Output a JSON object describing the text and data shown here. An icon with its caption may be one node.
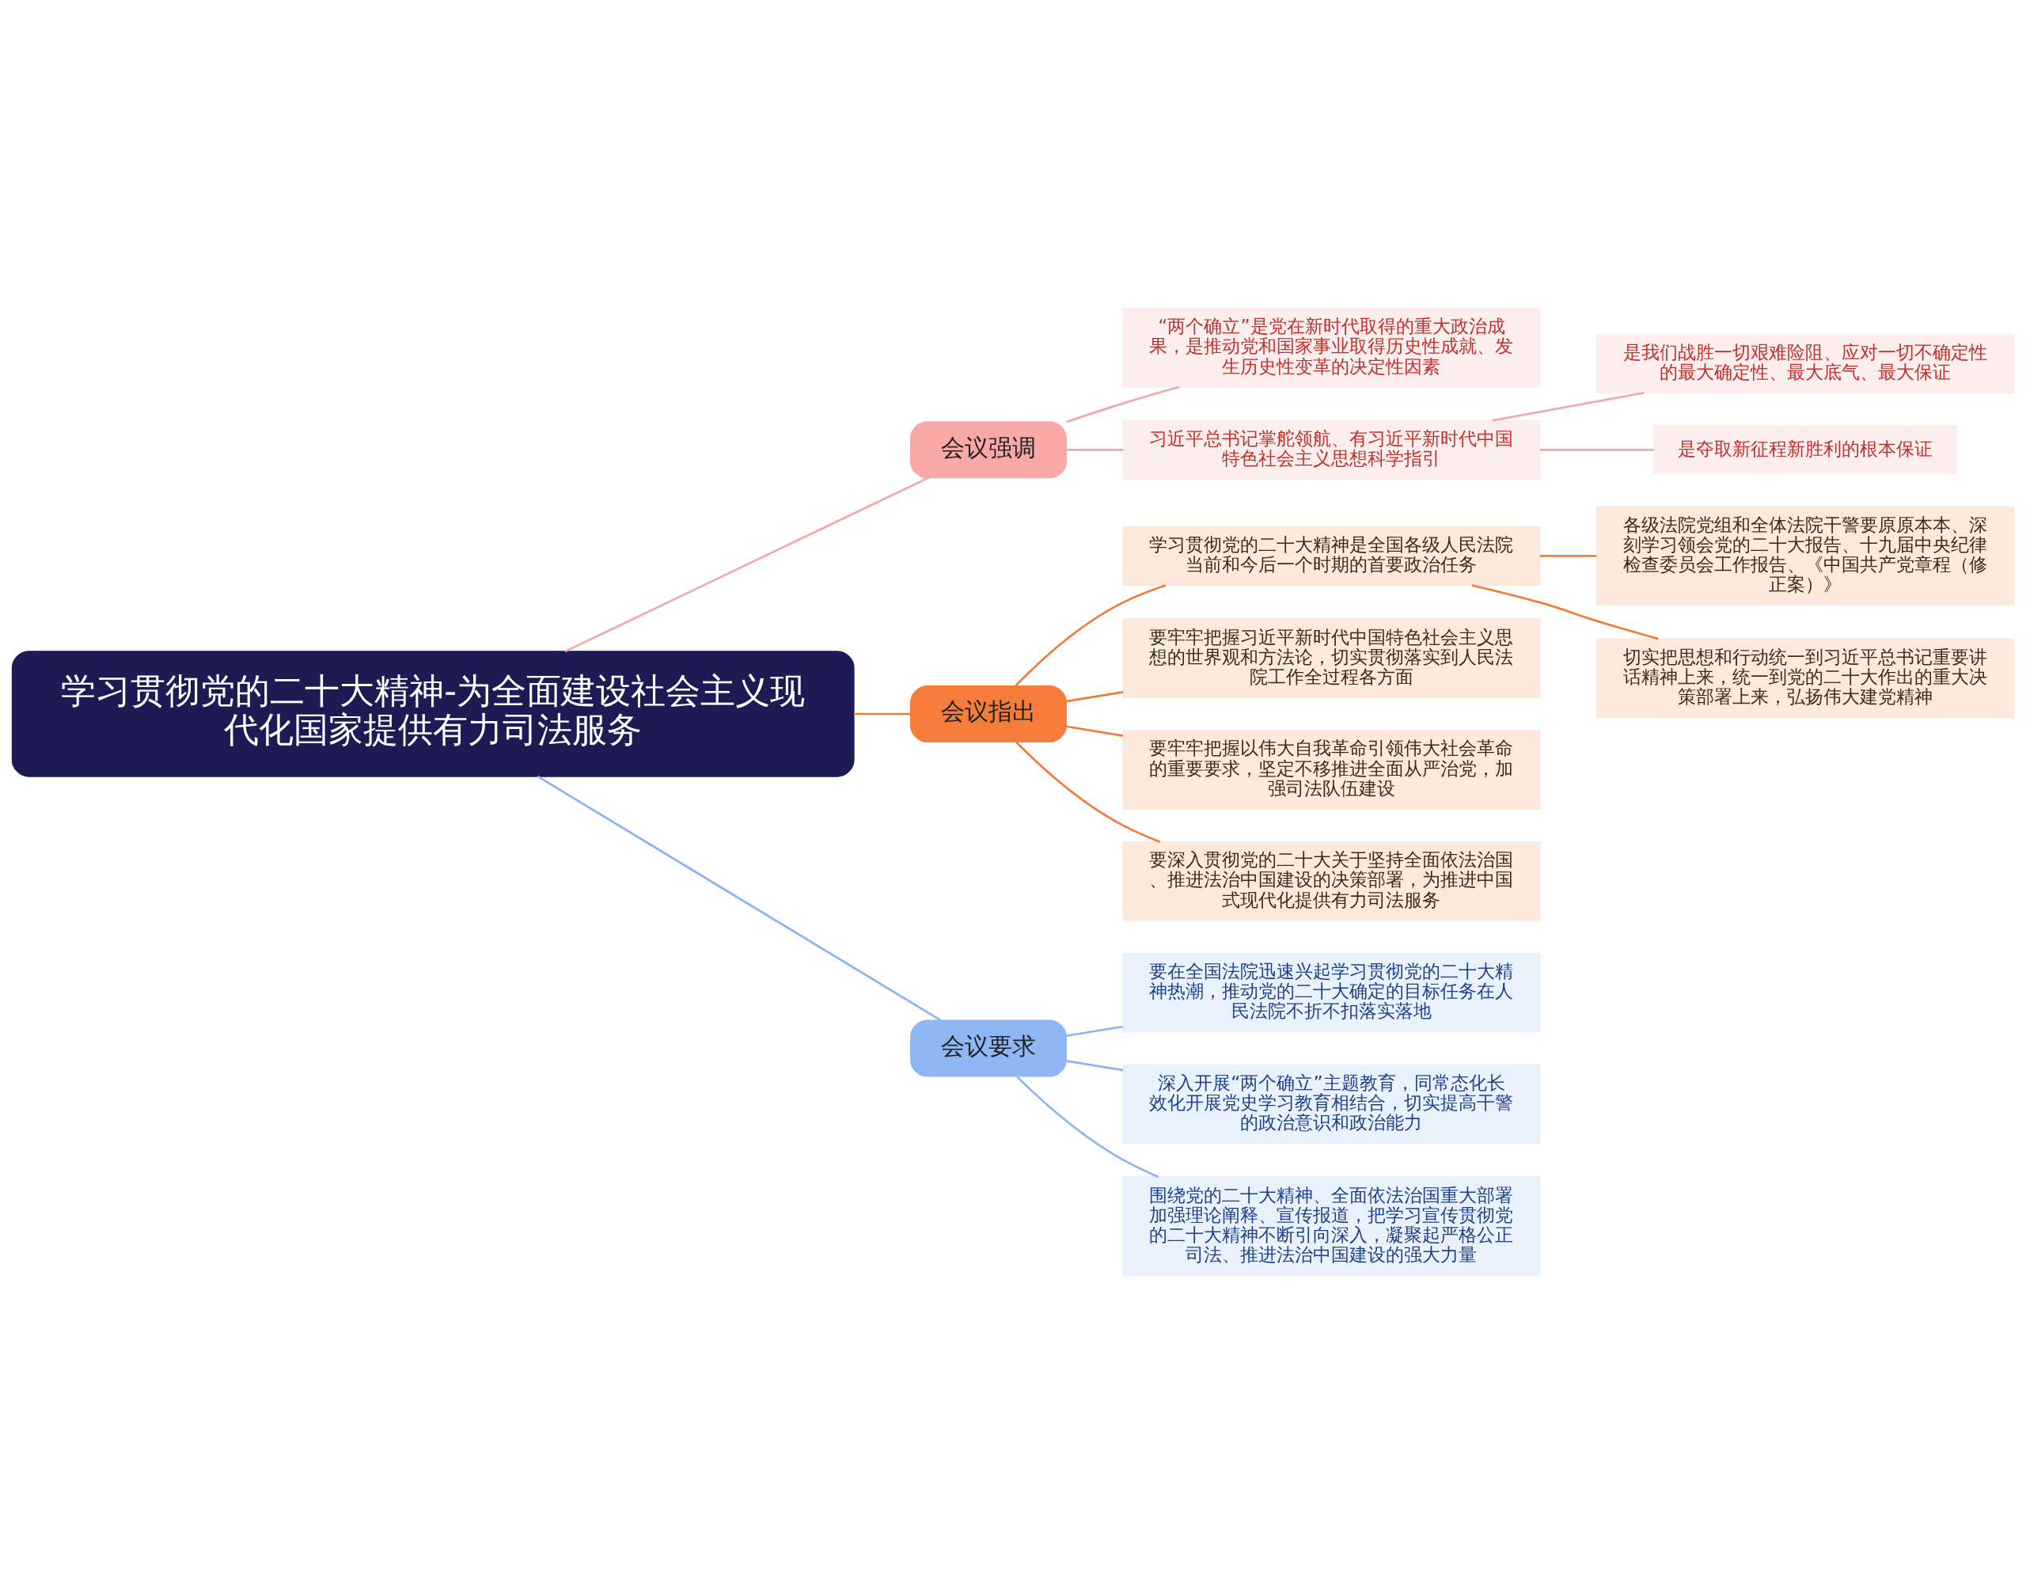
{
  "diagram": {
    "nodes": [
      {
        "text": [
          "学习贯彻党的二十大精神-为全面建设社会主义现代化国家提供有力司法服务"
        ]
      },
      {
        "text": [
          "会议强调"
        ]
      },
      {
        "text": [
          "“两个确立”是党在新时代取得的重大政治成果，是推动党和国家事业取得历史性成就、发生历史性变革的决定性因素"
        ]
      },
      {
        "text": [
          "习近平总书记掌舵领航、有习近平新时代中国特色社会主义思想科学指引"
        ]
      },
      {
        "text": [
          "是我们战胜一切艰难险阻、应对一切不确定性的最大确定性、最大底气、最大保证"
        ]
      },
      {
        "text": [
          "是夺取新征程新胜利的根本保证"
        ]
      },
      {
        "text": [
          "会议指出"
        ]
      },
      {
        "text": [
          "学习贯彻党的二十大精神是全国各级人民法院当前和今后一个时期的首要政治任务"
        ]
      },
      {
        "text": [
          "各级法院党组和全体法院干警要原原本本、深刻学习领会党的二十大报告、十九届中央纪律检查委员会工作报告、《中国共产党章程（修正案）》"
        ]
      },
      {
        "text": [
          "切实把思想和行动统一到习近平总书记重要讲话精神上来，统一到党的二十大作出的重大决策部署上来，弘扬伟大建党精神"
        ]
      },
      {
        "text": [
          "要牢牢把握习近平新时代中国特色社会主义思想的世界观和方法论，切实贯彻落实到人民法院工作全过程各方面"
        ]
      },
      {
        "text": [
          "要牢牢把握以伟大自我革命引领伟大社会革命的重要要求，坚定不移推进全面从严治党，加强司法队伍建设"
        ]
      },
      {
        "text": [
          "要深入贯彻党的二十大关于坚持全面依法治国、推进法治中国建设的决策部署，为推进中国式现代化提供有力司法服务"
        ]
      },
      {
        "text": [
          "会议要求"
        ]
      },
      {
        "text": [
          "要在全国法院迅速兴起学习贯彻党的二十大精神热潮，推动党的二十大确定的目标任务在人民法院不折不扣落实落地"
        ]
      },
      {
        "text": [
          "深入开展“两个确立”主题教育，同常态化长效化开展党史学习教育相结合，切实提高干警的政治意识和政治能力"
        ]
      },
      {
        "text": [
          "围绕党的二十大精神、全面依法治国重大部署加强理论阐释、宣传报道，把学习宣传贯彻党的二十大精神不断引向深入，凝聚起严格公正司法、推进法治中国建设的强大力量"
        ]
      }
    ],
    "edges": [
      {
        "from": 0,
        "to": 1,
        "arrow": "none",
        "color": "#f0a8a8"
      },
      {
        "from": 1,
        "to": 2,
        "arrow": "none",
        "color": "#f0a8a8"
      },
      {
        "from": 1,
        "to": 3,
        "arrow": "none",
        "color": "#f0a8a8"
      },
      {
        "from": 3,
        "to": 4,
        "arrow": "none",
        "color": "#f0a8a8"
      },
      {
        "from": 3,
        "to": 5,
        "arrow": "none",
        "color": "#f0a8a8"
      },
      {
        "from": 0,
        "to": 6,
        "arrow": "none"
      },
      {
        "from": 6,
        "to": 7,
        "arrow": "none"
      },
      {
        "from": 7,
        "to": 8,
        "arrow": "none"
      },
      {
        "from": 7,
        "to": 9,
        "arrow": "none"
      },
      {
        "from": 6,
        "to": 10,
        "arrow": "none"
      },
      {
        "from": 6,
        "to": 11,
        "arrow": "none"
      },
      {
        "from": 6,
        "to": 12,
        "arrow": "none"
      },
      {
        "from": 0,
        "to": 13,
        "arrow": "none",
        "color": "#8ab4f0"
      },
      {
        "from": 13,
        "to": 14,
        "arrow": "none",
        "color": "#8ab4f0"
      },
      {
        "from": 13,
        "to": 15,
        "arrow": "none",
        "color": "#8ab4f0"
      },
      {
        "from": 13,
        "to": 16,
        "arrow": "none",
        "color": "#8ab4f0"
      }
    ]
  }
}
